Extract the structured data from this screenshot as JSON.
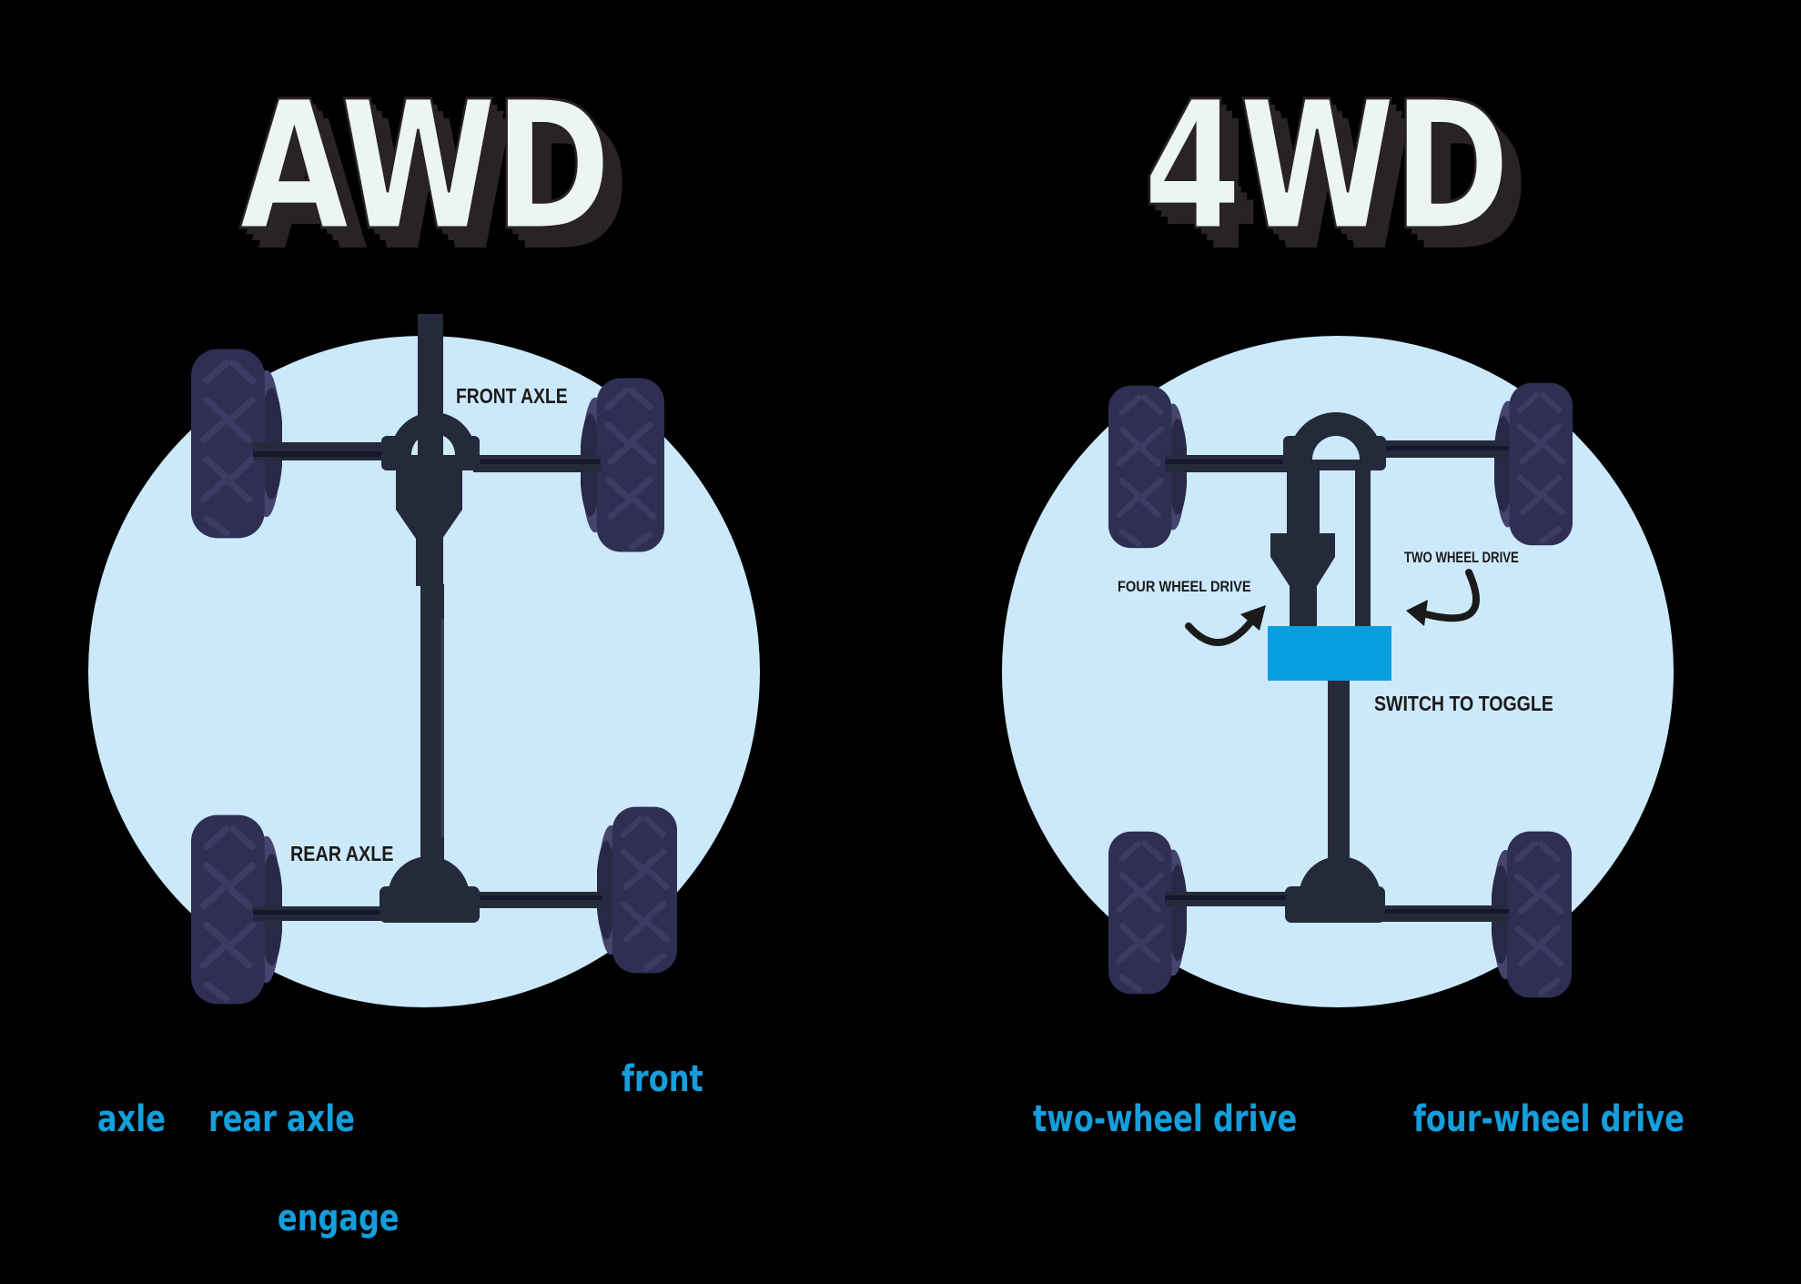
{
  "left_panel": {
    "title": "AWD",
    "diagram_labels": {
      "front_axle": "FRONT AXLE",
      "rear_axle": "REAR AXLE"
    },
    "vocab": {
      "front": "front",
      "axle": "axle",
      "rear_axle": "rear axle",
      "engage": "engage"
    }
  },
  "right_panel": {
    "title": "4WD",
    "diagram_labels": {
      "four_wheel_drive": "FOUR WHEEL DRIVE",
      "two_wheel_drive": "TWO WHEEL DRIVE",
      "switch_to_toggle": "SWITCH TO TOGGLE"
    },
    "vocab": {
      "two_wheel": "two-wheel drive",
      "four_wheel": "four-wheel drive"
    }
  },
  "colors": {
    "background": "#000000",
    "circle": "#CCE9FB",
    "chassis": "#242A3A",
    "chassis_dark": "#14182A",
    "tire_body": "#2F2F54",
    "tire_tread": "#3B3B64",
    "tire_ring": "#44446E",
    "tire_hub": "#292947",
    "switch_blue": "#089FDF",
    "vocab_blue": "#149FDC",
    "title_fill": "#EDF5F4",
    "title_shadow": "#292326",
    "label_dark": "#1B1A1A"
  }
}
